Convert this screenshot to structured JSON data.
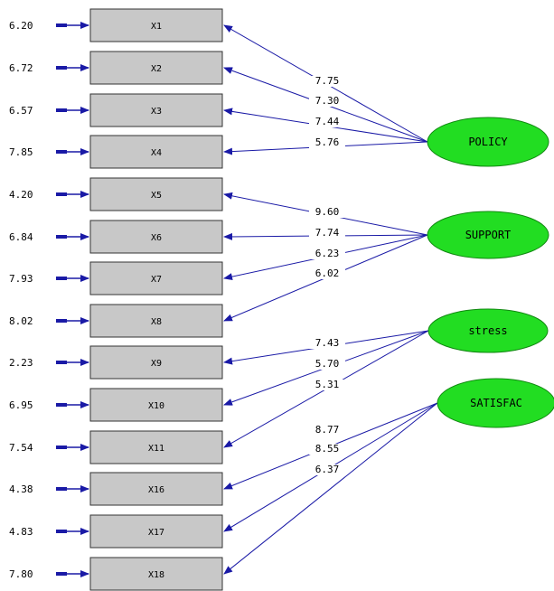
{
  "colors": {
    "box_fill": "#c8c8c8",
    "box_stroke": "#333333",
    "arrow": "#1a1aa6",
    "latent_fill": "#22dd22",
    "latent_stroke": "#118811"
  },
  "observed": [
    {
      "name": "X1",
      "error": "6.20"
    },
    {
      "name": "X2",
      "error": "6.72"
    },
    {
      "name": "X3",
      "error": "6.57"
    },
    {
      "name": "X4",
      "error": "7.85"
    },
    {
      "name": "X5",
      "error": "4.20"
    },
    {
      "name": "X6",
      "error": "6.84"
    },
    {
      "name": "X7",
      "error": "7.93"
    },
    {
      "name": "X8",
      "error": "8.02"
    },
    {
      "name": "X9",
      "error": "2.23"
    },
    {
      "name": "X10",
      "error": "6.95"
    },
    {
      "name": "X11",
      "error": "7.54"
    },
    {
      "name": "X16",
      "error": "4.38"
    },
    {
      "name": "X17",
      "error": "4.83"
    },
    {
      "name": "X18",
      "error": "7.80"
    }
  ],
  "latents": [
    {
      "name": "POLICY"
    },
    {
      "name": "SUPPORT"
    },
    {
      "name": "stress"
    },
    {
      "name": "SATISFAC"
    }
  ],
  "loadings": [
    {
      "from": "POLICY",
      "to": "X1",
      "value": "7.75"
    },
    {
      "from": "POLICY",
      "to": "X2",
      "value": "7.30"
    },
    {
      "from": "POLICY",
      "to": "X3",
      "value": "7.44"
    },
    {
      "from": "POLICY",
      "to": "X4",
      "value": "5.76"
    },
    {
      "from": "SUPPORT",
      "to": "X5",
      "value": "9.60"
    },
    {
      "from": "SUPPORT",
      "to": "X6",
      "value": "7.74"
    },
    {
      "from": "SUPPORT",
      "to": "X7",
      "value": "6.23"
    },
    {
      "from": "SUPPORT",
      "to": "X8",
      "value": "6.02"
    },
    {
      "from": "stress",
      "to": "X9",
      "value": "7.43"
    },
    {
      "from": "stress",
      "to": "X10",
      "value": "5.70"
    },
    {
      "from": "stress",
      "to": "X11",
      "value": "5.31"
    },
    {
      "from": "SATISFAC",
      "to": "X16",
      "value": "8.77"
    },
    {
      "from": "SATISFAC",
      "to": "X17",
      "value": "8.55"
    },
    {
      "from": "SATISFAC",
      "to": "X18",
      "value": "6.37"
    }
  ]
}
